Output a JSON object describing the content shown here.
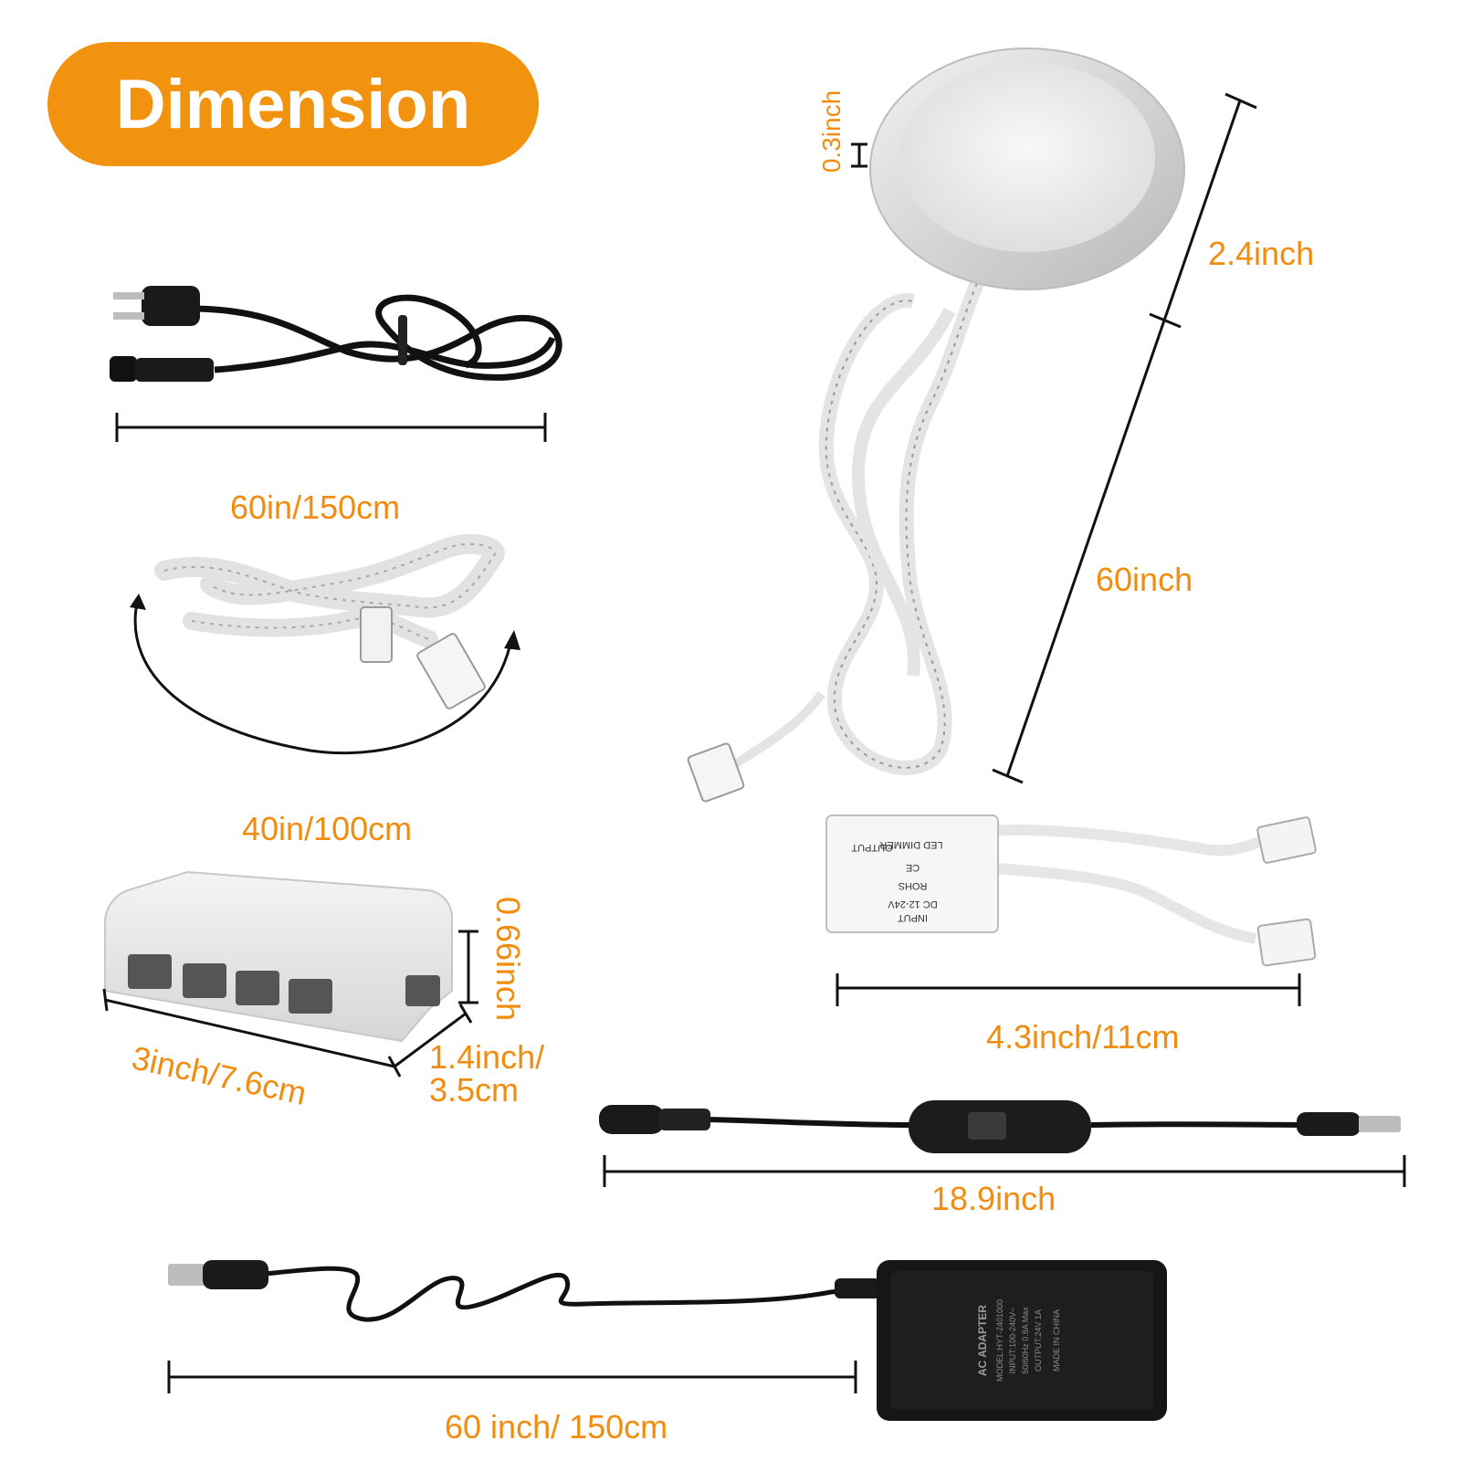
{
  "title": "Dimension",
  "accent_color": "#f2930f",
  "label_color": "#f28c0f",
  "products": {
    "power_cord": {
      "length_label": ""
    },
    "extension_cable": {
      "length_label": "60in/150cm"
    },
    "connection_cable": {
      "length_label": "40in/100cm"
    },
    "puck_light": {
      "thickness_label": "0.3inch",
      "diameter_label": "2.4inch",
      "cable_length_label": "60inch"
    },
    "distribution_box": {
      "height_label": "0.66inch",
      "width_label": "3inch/7.6cm",
      "depth_label_line1": "1.4inch/",
      "depth_label_line2": "3.5cm"
    },
    "led_dimmer": {
      "length_label": "4.3inch/11cm",
      "print": {
        "input": "INPUT",
        "output": "OUTPUT",
        "voltage": "DC 12-24V",
        "rohs": "ROHS",
        "ce": "CE",
        "name": "LED DIMMER"
      }
    },
    "switch_cable": {
      "length_label": "18.9inch"
    },
    "ac_adapter": {
      "length_label": "60 inch/ 150cm",
      "print": {
        "name": "AC ADAPTER",
        "model": "MODEL:HYT-2401000",
        "input": "INPUT:100-240V~",
        "freq": "50/60Hz 0.8A Max",
        "output": "OUTPUT:24V 1A",
        "origin": "MADE IN CHINA"
      }
    }
  }
}
